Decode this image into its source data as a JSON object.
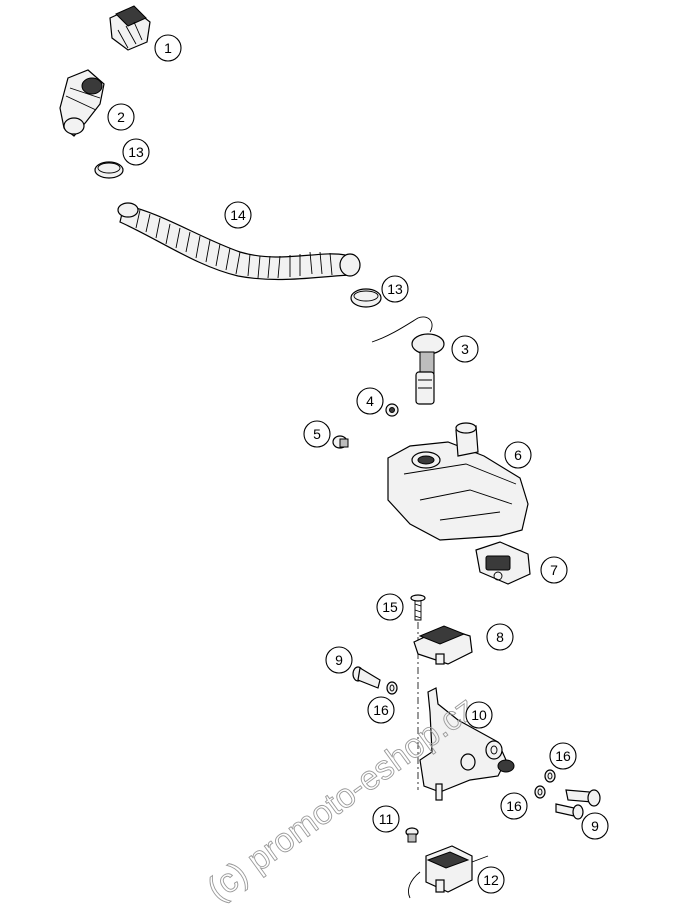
{
  "callouts": [
    {
      "id": "c1",
      "label": "1"
    },
    {
      "id": "c2",
      "label": "2"
    },
    {
      "id": "c13a",
      "label": "13"
    },
    {
      "id": "c14",
      "label": "14"
    },
    {
      "id": "c13b",
      "label": "13"
    },
    {
      "id": "c3",
      "label": "3"
    },
    {
      "id": "c4",
      "label": "4"
    },
    {
      "id": "c5",
      "label": "5"
    },
    {
      "id": "c6",
      "label": "6"
    },
    {
      "id": "c7",
      "label": "7"
    },
    {
      "id": "c15",
      "label": "15"
    },
    {
      "id": "c8",
      "label": "8"
    },
    {
      "id": "c9a",
      "label": "9"
    },
    {
      "id": "c10",
      "label": "10"
    },
    {
      "id": "c16a",
      "label": "16"
    },
    {
      "id": "c16b",
      "label": "16"
    },
    {
      "id": "c16c",
      "label": "16"
    },
    {
      "id": "c9b",
      "label": "9"
    },
    {
      "id": "c11",
      "label": "11"
    },
    {
      "id": "c12",
      "label": "12"
    }
  ],
  "watermark": "(c) promoto-eshop.cz"
}
